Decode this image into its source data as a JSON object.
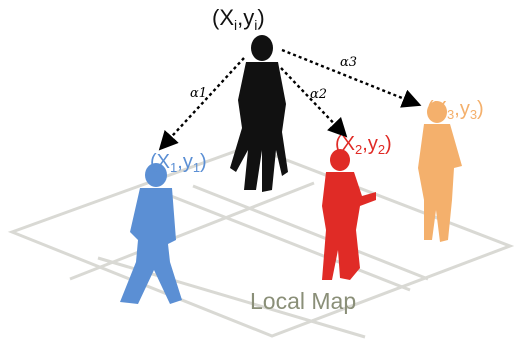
{
  "center": {
    "label": "(Xi,yi)",
    "x": "X",
    "x_sub": "i",
    "y": "y",
    "y_sub": "i",
    "color": "#111111"
  },
  "neighbors": [
    {
      "label": "(X1,y1)",
      "x": "X",
      "x_sub": "1",
      "y": "y",
      "y_sub": "1",
      "color": "#5b8fd4"
    },
    {
      "label": "(X2,y2)",
      "x": "X",
      "x_sub": "2",
      "y": "y",
      "y_sub": "2",
      "color": "#e02b26"
    },
    {
      "label": "(X3,y3)",
      "x": "X",
      "x_sub": "3",
      "y": "y",
      "y_sub": "3",
      "color": "#f4b06c"
    }
  ],
  "angles": [
    "α1",
    "α2",
    "α3"
  ],
  "map_label": "Local Map",
  "map_label_color": "#8a8f78",
  "grid_color": "#d9d9d4"
}
